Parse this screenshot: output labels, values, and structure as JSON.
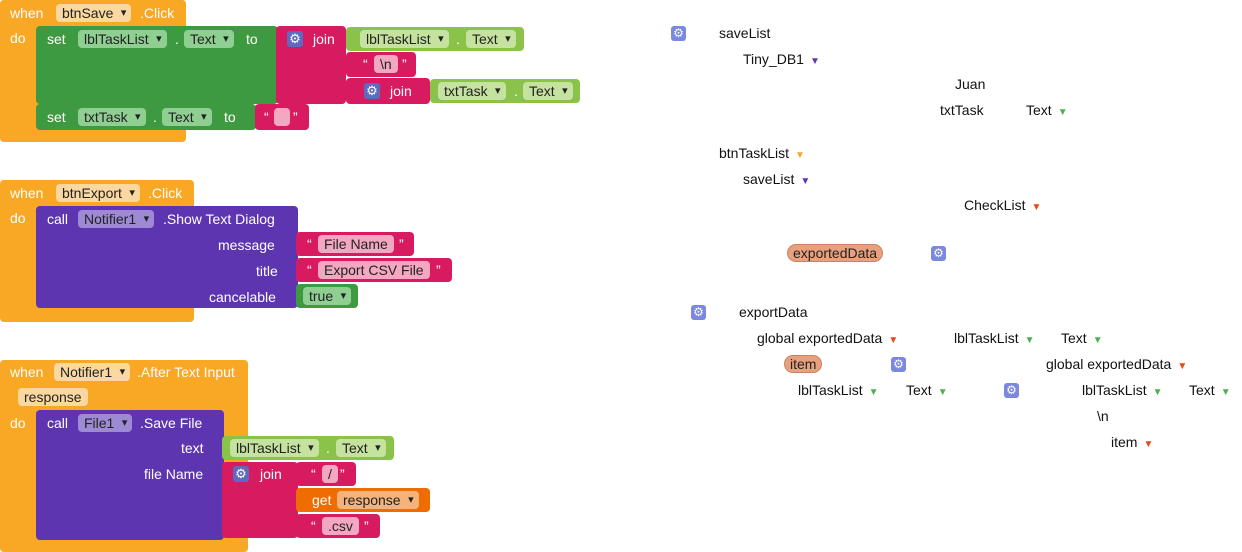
{
  "block1": {
    "when": "when",
    "component": "btnSave",
    "event": ".Click",
    "do": "do",
    "set1": {
      "set": "set",
      "comp": "lblTaskList",
      "dot": ".",
      "prop": "Text",
      "to": "to"
    },
    "join1": {
      "join": "join",
      "comp": "lblTaskList",
      "dot": ".",
      "prop": "Text"
    },
    "newline": "\\n",
    "join2": {
      "join": "join",
      "comp": "txtTask",
      "dot": ".",
      "prop": "Text"
    },
    "set2": {
      "set": "set",
      "comp": "txtTask",
      "dot": ".",
      "prop": "Text",
      "to": "to"
    }
  },
  "block2": {
    "when": "when",
    "component": "btnExport",
    "event": ".Click",
    "do": "do",
    "call": "call",
    "comp": "Notifier1",
    "method": ".Show Text Dialog",
    "message_label": "message",
    "message_value": "File Name",
    "title_label": "title",
    "title_value": "Export CSV File",
    "cancelable_label": "cancelable",
    "cancelable_value": "true"
  },
  "block3": {
    "when": "when",
    "component": "Notifier1",
    "event": ".After Text Input",
    "param": "response",
    "do": "do",
    "call": "call",
    "comp": "File1",
    "method": ".Save File",
    "text_label": "text",
    "text_comp": "lblTaskList",
    "dot": ".",
    "text_prop": "Text",
    "filename_label": "file Name",
    "join": "join",
    "slash": "/",
    "get": "get",
    "get_var": "response",
    "csv": ".csv"
  },
  "right": {
    "saveList": "saveList",
    "tinydb": "Tiny_DB1",
    "juan": "Juan",
    "txtTask": "txtTask",
    "text1": "Text",
    "btnTaskList": "btnTaskList",
    "saveList2": "saveList",
    "checkList": "CheckList",
    "exportedData": "exportedData",
    "exportData": "exportData",
    "globalExported1": "global exportedData",
    "lblTaskList1": "lblTaskList",
    "text2": "Text",
    "item": "item",
    "globalExported2": "global exportedData",
    "lblTaskList2": "lblTaskList",
    "text3": "Text",
    "lblTaskList3": "lblTaskList",
    "text4": "Text",
    "newline": "\\n",
    "item2": "item"
  },
  "colors": {
    "event": "#f9a825",
    "setter": "#3e9a40",
    "component": "#8bc34a",
    "text": "#d81b60",
    "call": "#5e35b1",
    "variable": "#ef6c00"
  }
}
